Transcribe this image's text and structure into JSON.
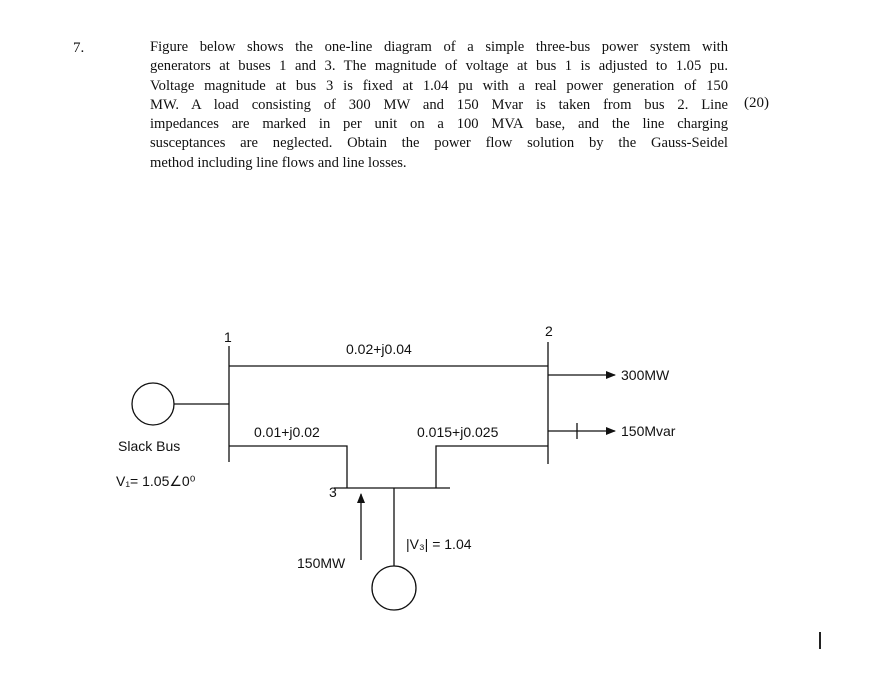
{
  "question": {
    "number": "7.",
    "marks": "(20)",
    "lines": [
      "Figure below shows the one-line diagram of a simple three-bus power system with",
      "generators at buses 1 and 3. The magnitude of voltage at bus 1 is adjusted to 1.05 pu.",
      "Voltage magnitude at bus 3 is fixed at 1.04 pu with a real power generation of 150",
      "MW. A load consisting of 300 MW and 150 Mvar is taken from bus 2. Line",
      "impedances are marked in per unit on a 100 MVA base, and the line charging",
      "susceptances are neglected. Obtain the power flow solution by the Gauss-Seidel",
      "method including line flows and line losses."
    ]
  },
  "diagram": {
    "bus1_label": "1",
    "bus2_label": "2",
    "bus3_label": "3",
    "line12_impedance": "0.02+j0.04",
    "line13_impedance": "0.01+j0.02",
    "line23_impedance": "0.015+j0.025",
    "load_p": "300MW",
    "load_q": "150Mvar",
    "slack_label": "Slack Bus",
    "slack_voltage": "V₁= 1.05∠0⁰",
    "gen3_power": "150MW",
    "bus3_voltage": "|V₃| = 1.04"
  }
}
